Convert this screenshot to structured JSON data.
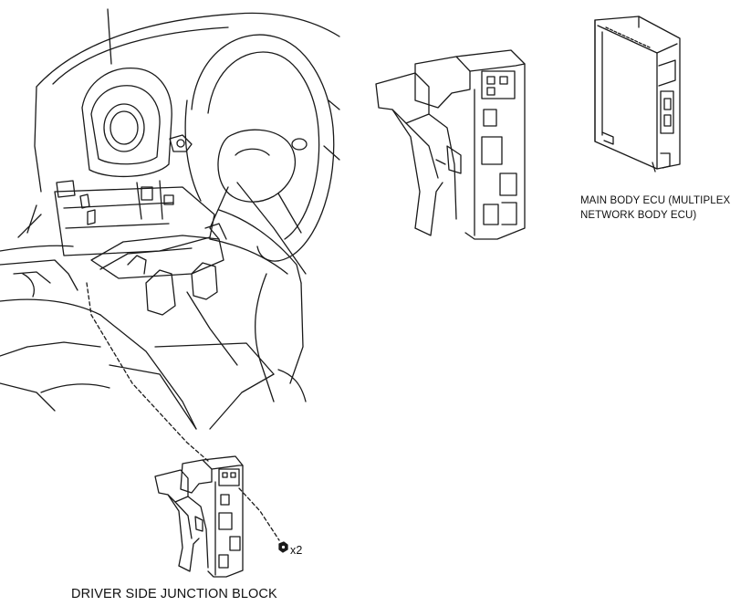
{
  "labels": {
    "ecu_line1": "MAIN BODY ECU (MULTIPLEX",
    "ecu_line2": "NETWORK BODY ECU)",
    "junction_block": "DRIVER SIDE JUNCTION BLOCK",
    "nut_quantity": "x2"
  },
  "colors": {
    "line": "#1a1a1a",
    "background": "#ffffff"
  },
  "icons": {
    "nut": "nut-icon"
  }
}
